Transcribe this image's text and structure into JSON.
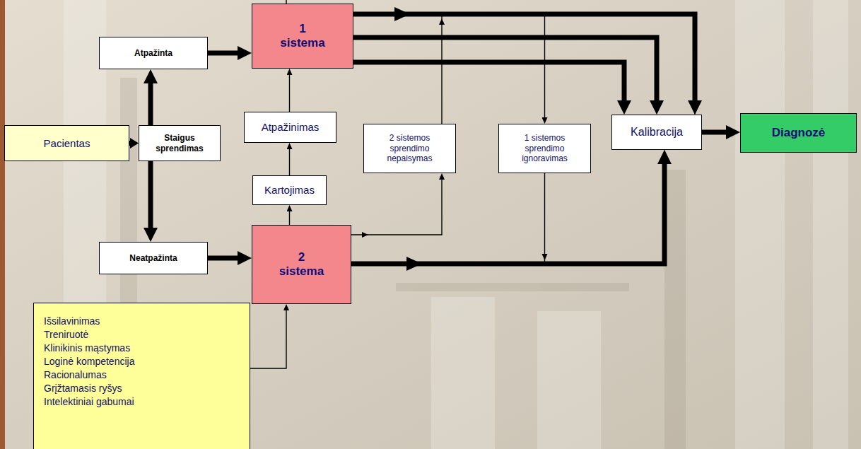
{
  "diagram": {
    "nodes": [
      {
        "text": [
          "1 sistema"
        ]
      },
      {
        "text": [
          "Atpažinta"
        ]
      },
      {
        "text": [
          "Pacientas"
        ]
      },
      {
        "text": [
          "Staigus sprendimas"
        ]
      },
      {
        "text": [
          "Atpažinimas"
        ]
      },
      {
        "text": [
          "2 sistemos sprendimo nepaisymas"
        ]
      },
      {
        "text": [
          "1 sistemos sprendimo ignoravimas"
        ]
      },
      {
        "text": [
          "Kalibracija"
        ]
      },
      {
        "text": [
          "Diagnozė"
        ]
      },
      {
        "text": [
          "Kartojimas"
        ]
      },
      {
        "text": [
          "Neatpažinta"
        ]
      },
      {
        "text": [
          "2 sistema"
        ]
      },
      {
        "text": [
          "Išsilavinimas",
          "Treniruotė",
          "Klinikinis mąstymas",
          "Loginė kompetencija",
          "Racionalumas",
          "Grįžtamasis ryšys",
          "Intelektiniai gabumai"
        ]
      }
    ],
    "edges": [
      {
        "from": 2,
        "to": 3,
        "arrow": "to"
      },
      {
        "from": 3,
        "to": 1,
        "arrow": "to"
      },
      {
        "from": 3,
        "to": 10,
        "arrow": "to"
      },
      {
        "from": 1,
        "to": 0,
        "arrow": "to"
      },
      {
        "from": 10,
        "to": 11,
        "arrow": "to"
      },
      {
        "from": 11,
        "to": 9,
        "arrow": "to"
      },
      {
        "from": 9,
        "to": 4,
        "arrow": "to"
      },
      {
        "from": 4,
        "to": 0,
        "arrow": "to"
      },
      {
        "from": 0,
        "to": 7,
        "arrow": "to"
      },
      {
        "from": 0,
        "to": 7,
        "arrow": "to"
      },
      {
        "from": 0,
        "to": 7,
        "arrow": "to"
      },
      {
        "from": 11,
        "to": 7,
        "arrow": "to"
      },
      {
        "from": 11,
        "to": 5,
        "arrow": "to"
      },
      {
        "from": 5,
        "to": 7,
        "arrow": "to"
      },
      {
        "from": 0,
        "to": 6,
        "arrow": "to"
      },
      {
        "from": 6,
        "to": 7,
        "arrow": "to"
      },
      {
        "from": 12,
        "to": 11,
        "arrow": "to"
      },
      {
        "from": 7,
        "to": 8,
        "arrow": "to"
      }
    ]
  }
}
